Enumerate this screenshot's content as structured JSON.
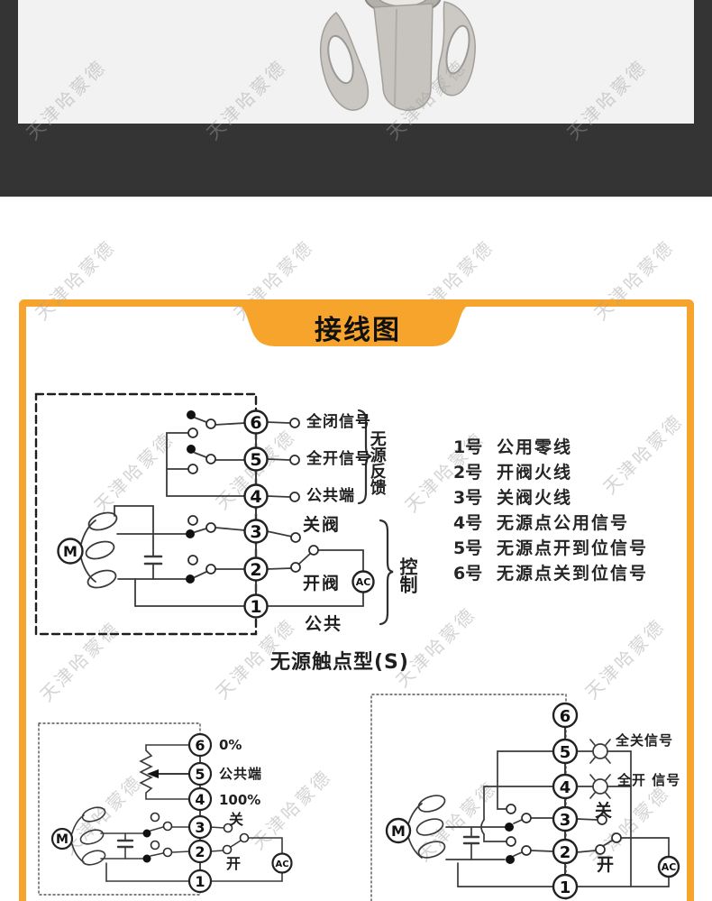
{
  "watermark": {
    "text": "天津哈蒙德"
  },
  "colors": {
    "accent_orange": "#F7A42C",
    "band_dark": "#343434",
    "photo_bg": "#f2f2f3"
  },
  "banner": {
    "title": "接线图"
  },
  "wiring_legend": {
    "items": [
      {
        "num": "1号",
        "desc": "公用零线"
      },
      {
        "num": "2号",
        "desc": "开阀火线"
      },
      {
        "num": "3号",
        "desc": "关阀火线"
      },
      {
        "num": "4号",
        "desc": "无源点公用信号"
      },
      {
        "num": "5号",
        "desc": "无源点开到位信号"
      },
      {
        "num": "6号",
        "desc": "无源点关到位信号"
      }
    ]
  },
  "diagram_a": {
    "caption": "无源触点型(S)",
    "terminals": [
      "6",
      "5",
      "4",
      "3",
      "2",
      "1"
    ],
    "motor": "M",
    "ac": "AC",
    "labels": {
      "t6": "全闭信号",
      "t5": "全开信号",
      "t4": "公共端",
      "t3": "关阀",
      "t2": "开阀",
      "t1": "公共"
    },
    "groups": {
      "feedback": "无源反馈",
      "control": "控制"
    }
  },
  "diagram_b": {
    "terminals": [
      "6",
      "5",
      "4",
      "3",
      "2",
      "1"
    ],
    "motor": "M",
    "ac": "AC",
    "labels": {
      "t6": "0%",
      "t5": "公共端",
      "t4": "100%",
      "t3": "关",
      "t2": "开"
    }
  },
  "diagram_c": {
    "terminals": [
      "6",
      "5",
      "4",
      "3",
      "2",
      "1"
    ],
    "motor": "M",
    "ac": "AC",
    "labels": {
      "lamp5": "全关信号",
      "lamp4": "全开 信号",
      "t3": "关",
      "t2": "开"
    }
  }
}
